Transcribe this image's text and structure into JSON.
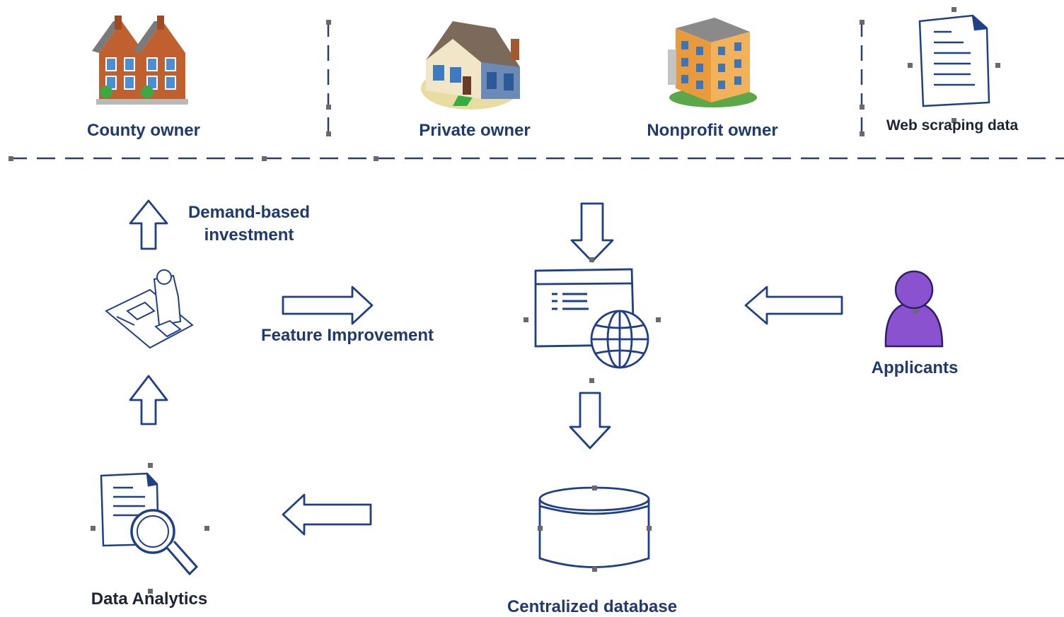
{
  "owners": {
    "county": "County owner",
    "private": "Private owner",
    "nonprofit": "Nonprofit owner"
  },
  "sources": {
    "web_scraping": "Web scraping data"
  },
  "flow": {
    "demand_investment_line1": "Demand-based",
    "demand_investment_line2": "investment",
    "feature_improvement": "Feature Improvement",
    "applicants": "Applicants",
    "data_analytics": "Data Analytics",
    "centralized_database": "Centralized database"
  },
  "colors": {
    "label_blue": "#1f3a6e",
    "sketch_blue": "#1f3f88",
    "applicant_purple": "#8a52cf",
    "handle_gray": "#6a6a6a"
  },
  "icons": {
    "county": "townhouses-icon",
    "private": "house-icon",
    "nonprofit": "apartment-building-icon",
    "web_scraping": "document-icon",
    "investment_desk": "office-worker-desk-icon",
    "web_portal": "web-portal-globe-icon",
    "applicant": "person-icon",
    "analytics": "document-magnifier-icon",
    "database": "database-cylinder-icon"
  }
}
